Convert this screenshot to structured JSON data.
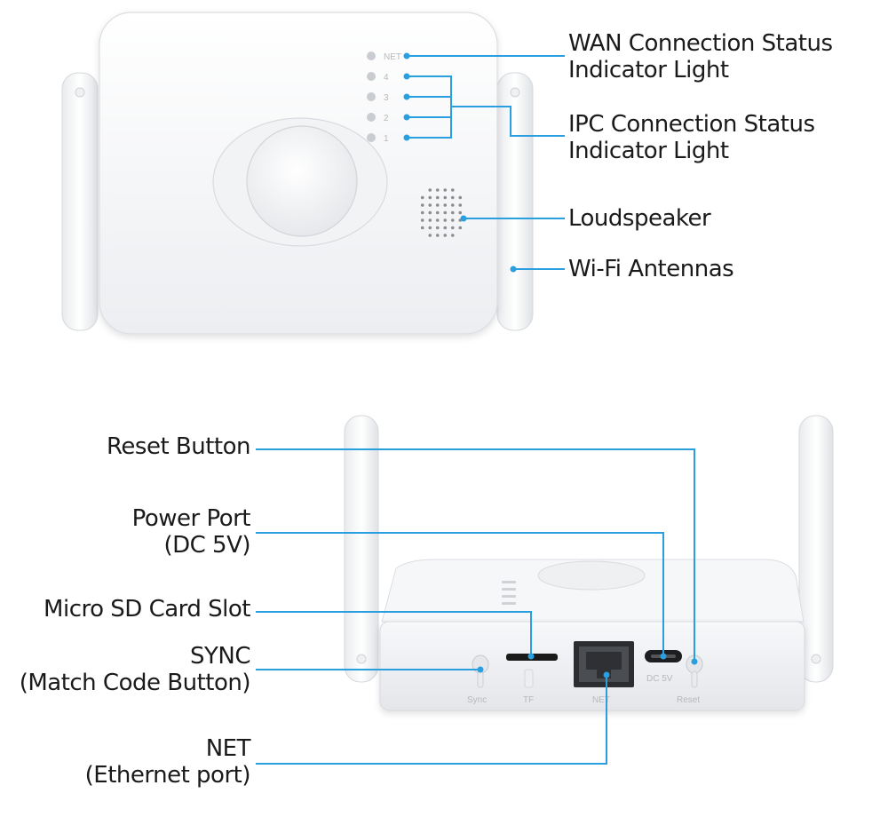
{
  "top_device": {
    "led_labels": [
      "NET",
      "4",
      "3",
      "2",
      "1"
    ],
    "callouts": {
      "wan_line1": "WAN Connection Status",
      "wan_line2": "Indicator Light",
      "ipc_line1": "IPC Connection Status",
      "ipc_line2": "Indicator Light",
      "speaker": "Loudspeaker",
      "antennas": "Wi-Fi Antennas"
    }
  },
  "bottom_device": {
    "port_labels": {
      "sync": "Sync",
      "tf": "TF",
      "net": "NET",
      "dc": "DC 5V",
      "reset": "Reset"
    },
    "callouts": {
      "reset": "Reset Button",
      "power_line1": "Power Port",
      "power_line2": "(DC 5V)",
      "sd": "Micro SD Card Slot",
      "sync_line1": "SYNC",
      "sync_line2": "(Match Code Button)",
      "net_line1": "NET",
      "net_line2": "(Ethernet port)"
    }
  },
  "colors": {
    "leader_line": "#2a9fe0",
    "device_body": "#f4f5f7"
  }
}
